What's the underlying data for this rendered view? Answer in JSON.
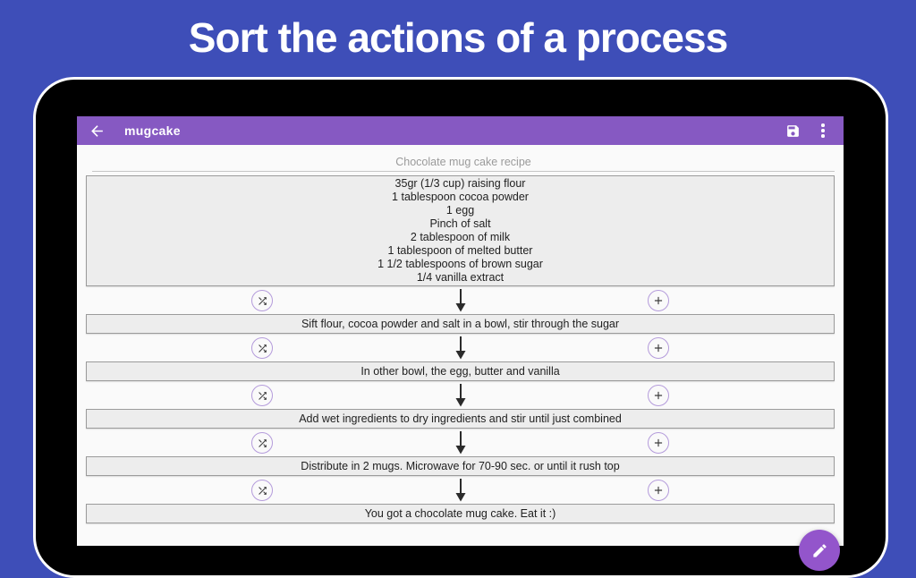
{
  "banner": {
    "title": "Sort the actions of a process"
  },
  "colors": {
    "bg": "#3E4EB8",
    "toolbar": "#8659C2",
    "fab": "#9355CB",
    "circle": "#B49BDB",
    "card-bg": "#EDEDED",
    "card-border": "#9B9B9B",
    "screen-bg": "#FAFAFA"
  },
  "icons": {
    "back": "arrow-left",
    "save": "floppy-disk",
    "menu": "more-vert",
    "shuffle": "shuffle-arrows",
    "add": "plus",
    "flow": "down-arrow",
    "edit": "pencil"
  },
  "app": {
    "toolbar": {
      "title": "mugcake"
    },
    "recipe_title": "Chocolate mug cake recipe",
    "ingredients": [
      "35gr (1/3 cup) raising flour",
      "1 tablespoon cocoa powder",
      "1 egg",
      "Pinch of salt",
      "2 tablespoon of milk",
      "1 tablespoon of melted butter",
      "1 1/2 tablespoons of brown sugar",
      "1/4 vanilla extract"
    ],
    "steps": [
      "Sift flour, cocoa powder and salt in a bowl, stir through the sugar",
      "In other bowl, the egg, butter and vanilla",
      "Add wet ingredients to dry ingredients and stir until just combined",
      "Distribute in 2 mugs. Microwave for 70-90 sec. or until it rush top",
      "You got a chocolate mug cake. Eat it :)"
    ]
  }
}
